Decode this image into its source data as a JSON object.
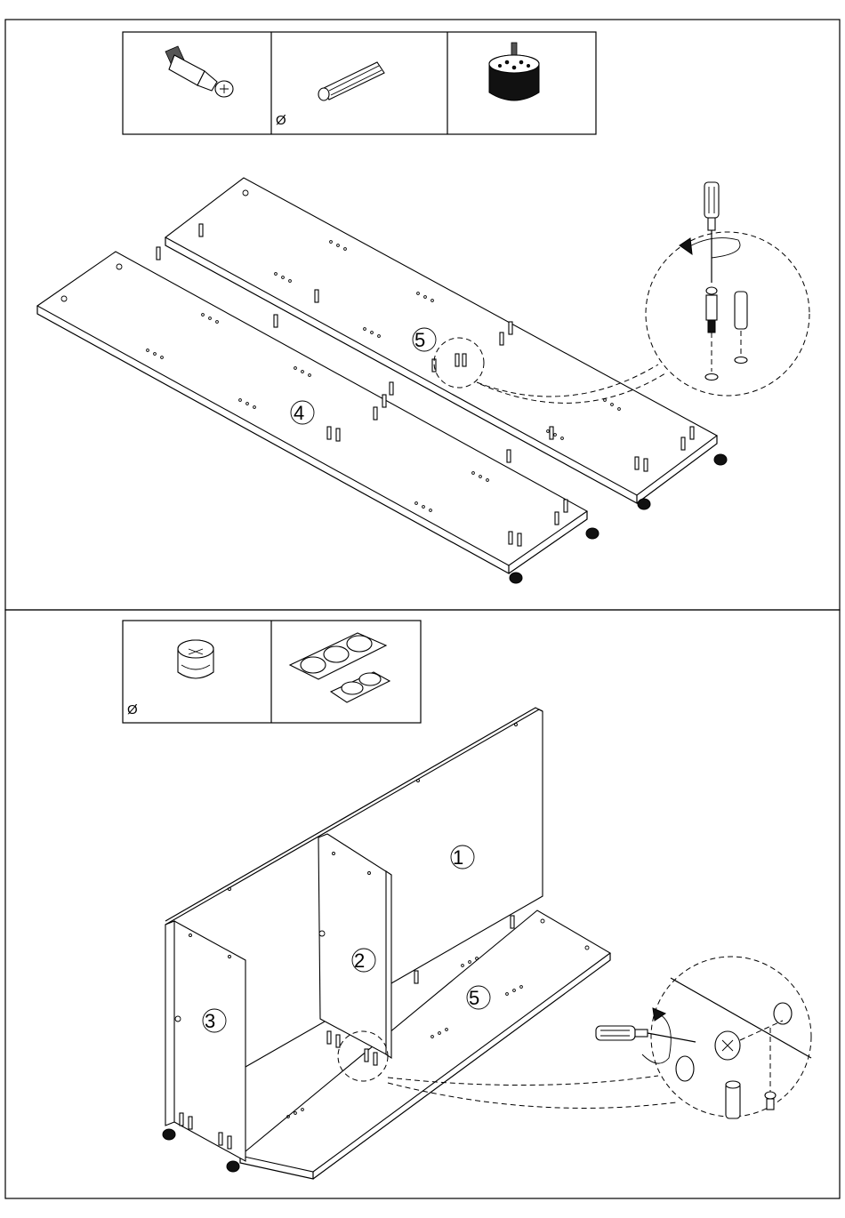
{
  "step1": {
    "hardware_note": "Ø",
    "part_labels": [
      "5",
      "4"
    ]
  },
  "step2": {
    "hardware_note": "Ø",
    "part_labels": [
      "1",
      "2",
      "3",
      "5"
    ]
  },
  "icons": [
    "cam-bolt-icon",
    "wooden-dowel-icon",
    "leveling-foot-icon",
    "cam-lock-icon",
    "felt-pad-sheet-icon",
    "screwdriver-icon",
    "rotate-arrow-icon"
  ]
}
